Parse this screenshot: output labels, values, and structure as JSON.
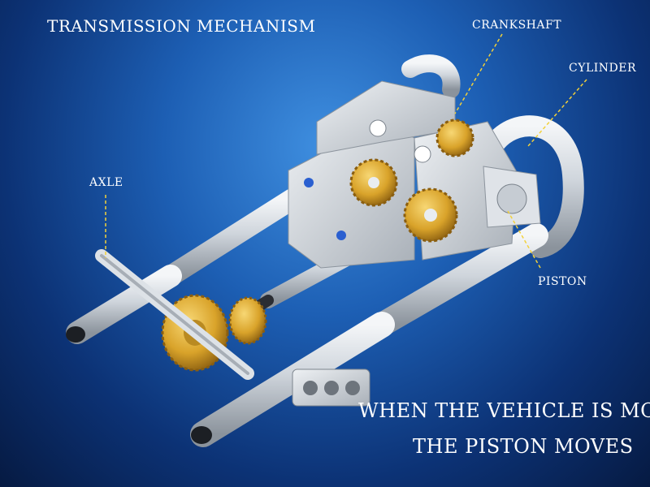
{
  "diagram": {
    "title": "TRANSMISSION MECHANISM",
    "labels": {
      "crankshaft": "CRANKSHAFT",
      "cylinder": "CYLINDER",
      "axle": "AXLE",
      "piston": "PISTON"
    },
    "caption": {
      "line1": "WHEN THE VEHICLE IS MOVING",
      "line2": "THE PISTON MOVES"
    }
  },
  "colors": {
    "background": "#1d5fb4",
    "leader_line": "#f2d13a",
    "text": "#ffffff",
    "gear_gold": "#d9a32a",
    "part_silver": "#d4d9df"
  }
}
